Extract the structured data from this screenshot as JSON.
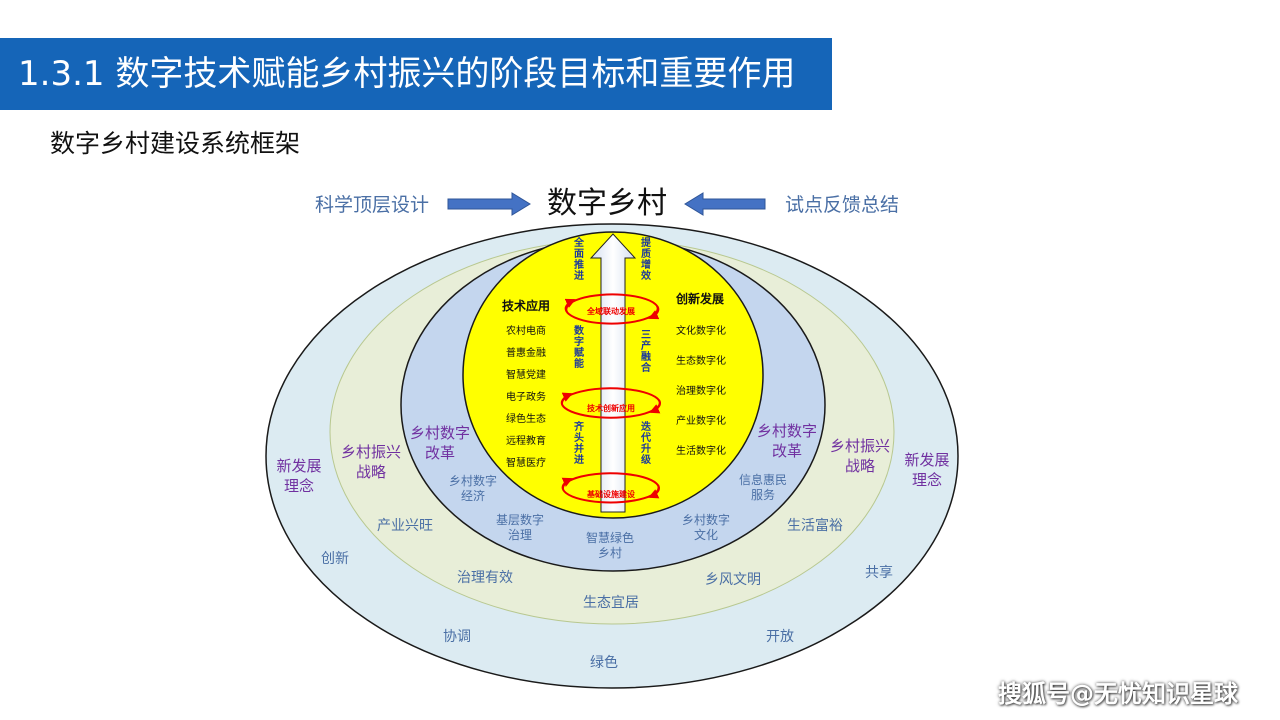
{
  "header": {
    "title": "1.3.1 数字技术赋能乡村振兴的阶段目标和重要作用",
    "subtitle": "数字乡村建设系统框架"
  },
  "top": {
    "center": "数字乡村",
    "left": "科学顶层设计",
    "right": "试点反馈总结"
  },
  "outer_ring": {
    "label_left": [
      "新发展",
      "理念"
    ],
    "label_right": [
      "新发展",
      "理念"
    ],
    "items": [
      "创新",
      "协调",
      "绿色",
      "开放",
      "共享"
    ]
  },
  "second_ring": {
    "label_left": [
      "乡村振兴",
      "战略"
    ],
    "label_right": [
      "乡村振兴",
      "战略"
    ],
    "items": [
      "产业兴旺",
      "治理有效",
      "生态宜居",
      "乡风文明",
      "生活富裕"
    ]
  },
  "third_ring": {
    "label_left": [
      "乡村数字",
      "改革"
    ],
    "label_right": [
      "乡村数字",
      "改革"
    ],
    "items_left": [
      [
        "乡村数字",
        "经济"
      ],
      [
        "基层数字",
        "治理"
      ]
    ],
    "item_bottom": [
      "智慧绿色",
      "乡村"
    ],
    "items_right": [
      [
        "乡村数字",
        "文化"
      ],
      [
        "信息惠民",
        "服务"
      ]
    ]
  },
  "core": {
    "left_title": "技术应用",
    "left_items": [
      "农村电商",
      "普惠金融",
      "智慧党建",
      "电子政务",
      "绿色生态",
      "远程教育",
      "智慧医疗"
    ],
    "right_title": "创新发展",
    "right_items": [
      "文化数字化",
      "生态数字化",
      "治理数字化",
      "产业数字化",
      "生活数字化"
    ],
    "cycles": [
      "全域联动发展",
      "技术创新应用",
      "基础设施建设"
    ],
    "vertical_left": [
      "全面推进",
      "数字赋能",
      "齐头并进"
    ],
    "vertical_right": [
      "提质增效",
      "三产融合",
      "迭代升级"
    ]
  },
  "watermark": "搜狐号@无忧知识星球",
  "colors": {
    "title_bar": "#1565b8",
    "outer_ring": "#dcebf2",
    "second_ring": "#e8eed8",
    "third_ring": "#c4d6ee",
    "core": "#ffff00",
    "arrow_blue": "#4472c4",
    "cycle_red": "#ee0000",
    "text_blue": "#4a6fa5",
    "text_purple": "#7030a0",
    "vertical_text": "#1f3c99"
  }
}
